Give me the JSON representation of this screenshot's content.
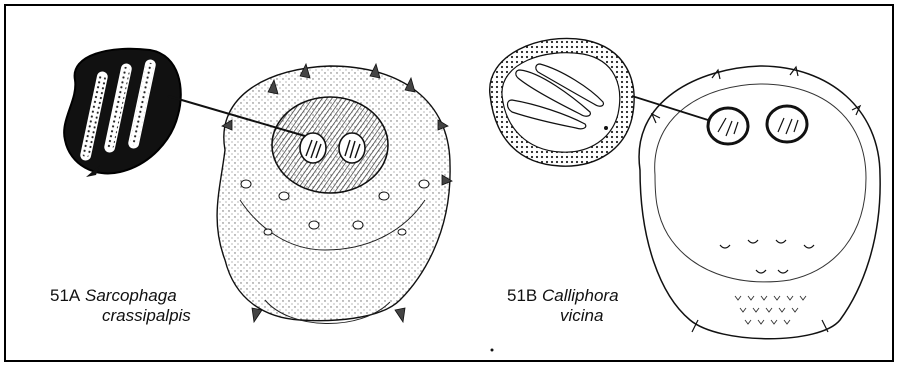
{
  "figure_a": {
    "number": "51A",
    "species_line1": "Sarcophaga",
    "species_line2": "crassipalpis"
  },
  "figure_b": {
    "number": "51B",
    "species_line1": "Calliphora",
    "species_line2": "vicina"
  },
  "colors": {
    "ink": "#111111",
    "stipple": "#555555",
    "background": "#ffffff"
  }
}
